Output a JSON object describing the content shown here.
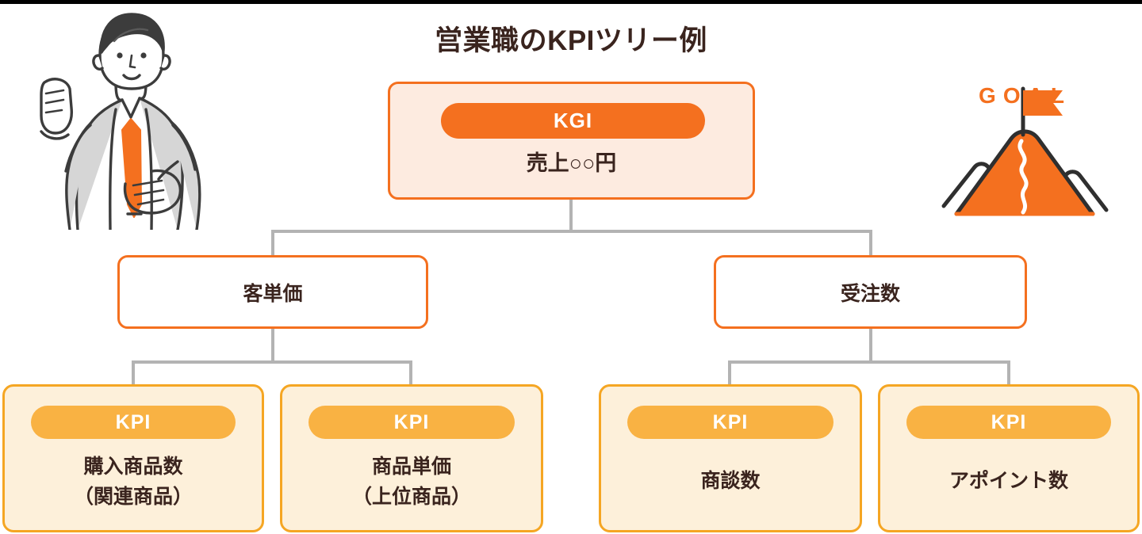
{
  "title": "営業職のKPIツリー例",
  "illustrations": {
    "person": "businessman-illustration",
    "goal_label": "GOAL",
    "mountain": "mountain-flag-illustration"
  },
  "tree": {
    "root": {
      "badge": "KGI",
      "value": "売上○○円"
    },
    "branches": [
      {
        "label": "客単価",
        "children": [
          {
            "badge": "KPI",
            "line1": "購入商品数",
            "line2": "（関連商品）"
          },
          {
            "badge": "KPI",
            "line1": "商品単価",
            "line2": "（上位商品）"
          }
        ]
      },
      {
        "label": "受注数",
        "children": [
          {
            "badge": "KPI",
            "line1": "商談数",
            "line2": ""
          },
          {
            "badge": "KPI",
            "line1": "アポイント数",
            "line2": ""
          }
        ]
      }
    ]
  },
  "colors": {
    "kgi_orange": "#f4701f",
    "kgi_bg": "#fdebe0",
    "kpi_amber": "#f9b243",
    "kpi_border": "#f5a623",
    "kpi_bg": "#fdf0da",
    "connector_gray": "#b3b3b3",
    "text_dark": "#3a241e",
    "top_bar": "#000000"
  }
}
